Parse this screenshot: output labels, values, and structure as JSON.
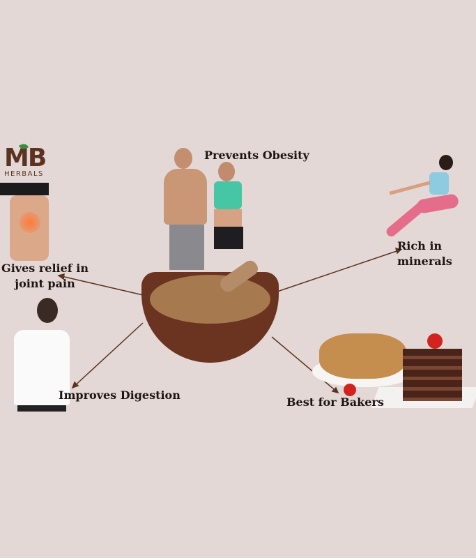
{
  "brand": {
    "logo_text": "MB",
    "logo_sub": "HERBALS"
  },
  "benefits": [
    {
      "label": "Prevents Obesity"
    },
    {
      "label": "Rich in minerals",
      "line1": "Rich in",
      "line2": "minerals"
    },
    {
      "label": "Gives relief in joint pain",
      "line1": "Gives relief in",
      "line2": "joint pain"
    },
    {
      "label": "Improves Digestion"
    },
    {
      "label": "Best for Bakers"
    }
  ],
  "colors": {
    "background": "#e4d8d7",
    "bowl": "#6b3420",
    "sugar": "#a7794f",
    "text": "#1e1412"
  }
}
